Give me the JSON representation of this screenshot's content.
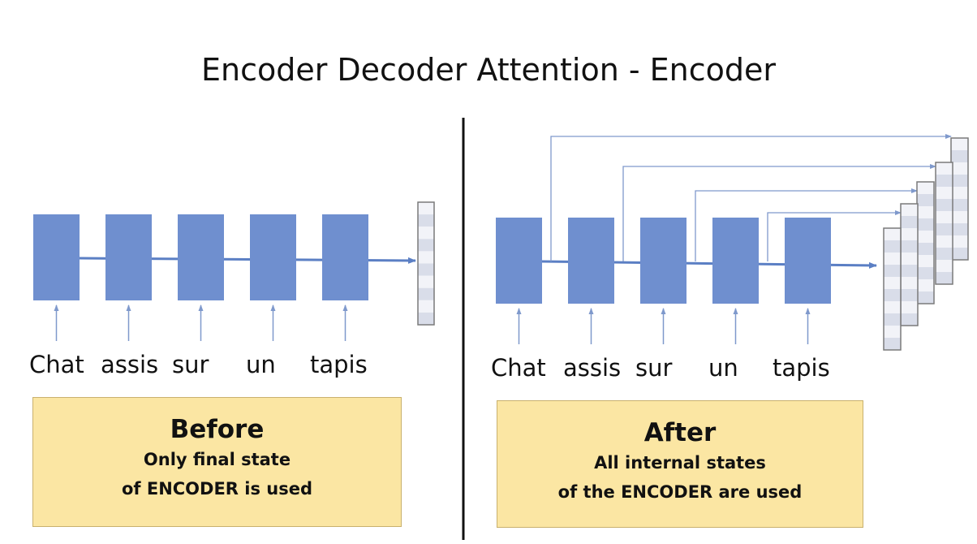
{
  "title": "Encoder Decoder Attention - Encoder",
  "left": {
    "words": [
      "Chat",
      "assis",
      "sur",
      "un",
      "tapis"
    ],
    "box": {
      "heading": "Before",
      "line1": "Only final state",
      "line2": "of ENCODER is used"
    }
  },
  "right": {
    "words": [
      "Chat",
      "assis",
      "sur",
      "un",
      "tapis"
    ],
    "box": {
      "heading": "After",
      "line1": "All internal states",
      "line2": "of the ENCODER are used"
    }
  },
  "colors": {
    "encoder_cell": "#6f8fcf",
    "connector": "#5b7fc4",
    "attention_line": "#7f99cc",
    "state_vector_border": "#7a7a7a",
    "note_fill": "#fbe6a3"
  }
}
